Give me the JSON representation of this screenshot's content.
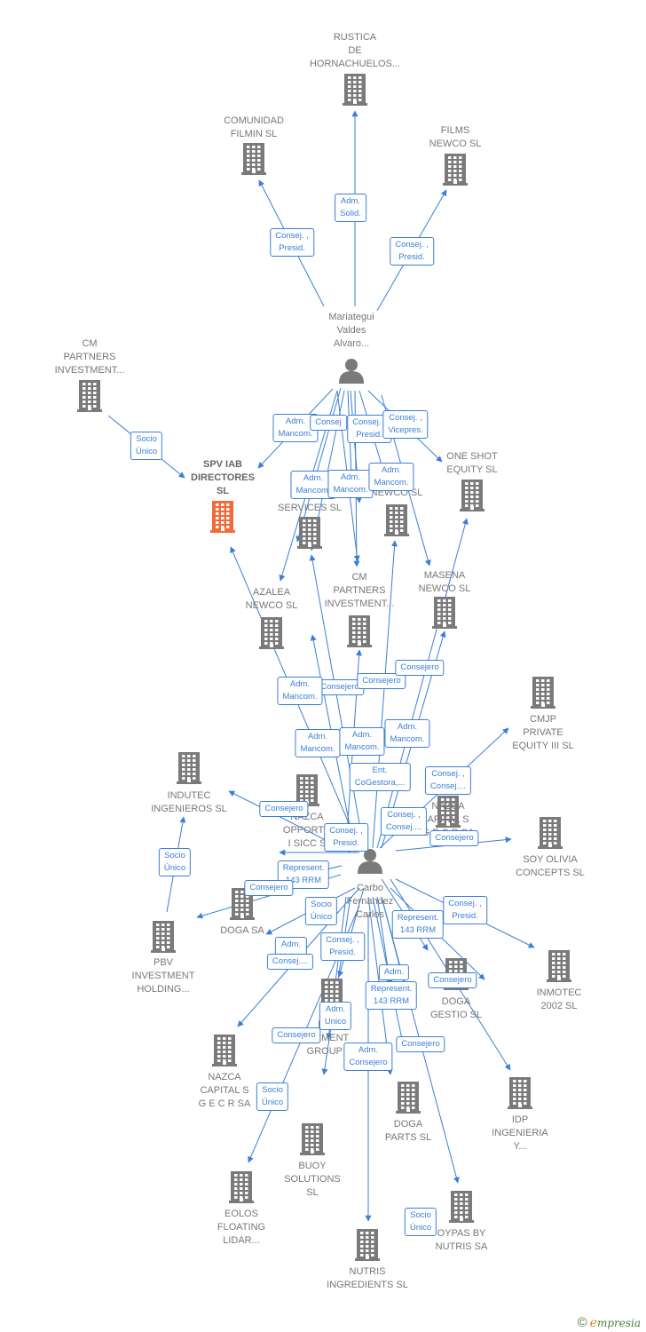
{
  "colors": {
    "edge": "#3a7fd5",
    "company": "#7a7a7a",
    "highlight": "#f26a3a",
    "label": "#777777"
  },
  "persons": [
    {
      "id": "mariategui",
      "label": "Mariategui\nValdes\nAlvaro..."
    },
    {
      "id": "carbo",
      "label": "Carbo\nFernandez\nCarlos"
    }
  ],
  "companies": [
    {
      "id": "rustica",
      "label": "RUSTICA\nDE\nHORNACHUELOS..."
    },
    {
      "id": "comunidad",
      "label": "COMUNIDAD\nFILMIN SL"
    },
    {
      "id": "films",
      "label": "FILMS\nNEWCO  SL"
    },
    {
      "id": "cm1",
      "label": "CM\nPARTNERS\nINVESTMENT..."
    },
    {
      "id": "spv",
      "label": "SPV IAB\nDIRECTORES\nSL",
      "highlight": true
    },
    {
      "id": "ventura",
      "label": "V\nLA\nSERVICES  SL"
    },
    {
      "id": "newco",
      "label": "NEWCO  SL"
    },
    {
      "id": "oneshot",
      "label": "ONE SHOT\nEQUITY  SL"
    },
    {
      "id": "cm2",
      "label": "CM\nPARTNERS\nINVESTMENT..."
    },
    {
      "id": "masena",
      "label": "MASENA\nNEWCO  SL"
    },
    {
      "id": "azalea",
      "label": "AZALEA\nNEWCO  SL"
    },
    {
      "id": "cmjp",
      "label": "CMJP\nPRIVATE\nEQUITY III SL"
    },
    {
      "id": "indutec",
      "label": "INDUTEC\nINGENIEROS SL"
    },
    {
      "id": "nazca_opp",
      "label": "NAZCA\nOPPORTU\nI SICC S"
    },
    {
      "id": "nazca_cap",
      "label": "NAZCA\nAPITAL S\nG E C R SA"
    },
    {
      "id": "soyolivia",
      "label": "SOY OLIVIA\nCONCEPTS  SL"
    },
    {
      "id": "doga",
      "label": "DOGA SA"
    },
    {
      "id": "pbv",
      "label": "PBV\nINVESTMENT\nHOLDING..."
    },
    {
      "id": "inmotec",
      "label": "INMOTEC\n2002 SL"
    },
    {
      "id": "dogagestio",
      "label": "DOGA\nGESTIO SL"
    },
    {
      "id": "element",
      "label": "ELE          C\n    EMENT\nGROUP  SL"
    },
    {
      "id": "nazca_gecr",
      "label": "NAZCA\nCAPITAL S\nG E C R SA"
    },
    {
      "id": "idp",
      "label": "IDP\nINGENIERIA\nY..."
    },
    {
      "id": "dogaparts",
      "label": "DOGA\nPARTS SL"
    },
    {
      "id": "buoy",
      "label": "BUOY\nSOLUTIONS\nSL"
    },
    {
      "id": "eolos",
      "label": "EOLOS\nFLOATING\nLIDAR..."
    },
    {
      "id": "oypas",
      "label": "OYPAS BY\nNUTRIS SA"
    },
    {
      "id": "nutris",
      "label": "NUTRIS\nINGREDIENTS SL"
    }
  ],
  "edges": [
    {
      "text": "Adm.\nSolid."
    },
    {
      "text": "Consej. ,\nPresid."
    },
    {
      "text": "Consej. ,\nPresid."
    },
    {
      "text": "Socio\nÚnico"
    },
    {
      "text": "Adm.\nMancom."
    },
    {
      "text": "Consej"
    },
    {
      "text": "Consej. ,\nPresid."
    },
    {
      "text": "Consej. ,\nVicepres."
    },
    {
      "text": "Adm.\nMancom."
    },
    {
      "text": "Adm.\nMancom."
    },
    {
      "text": "Adm.\nMancom."
    },
    {
      "text": "Consejero"
    },
    {
      "text": "Adm.\nMancom."
    },
    {
      "text": "Consejero"
    },
    {
      "text": "Consejero"
    },
    {
      "text": "Adm.\nMancom."
    },
    {
      "text": "Adm.\nMancom."
    },
    {
      "text": "Adm.\nMancom."
    },
    {
      "text": "Ent.\nCoGestora,..."
    },
    {
      "text": "Consej. ,\nConsej...."
    },
    {
      "text": "Consejero"
    },
    {
      "text": "Consej. ,\nConsej...."
    },
    {
      "text": "Consej. ,\nPresid."
    },
    {
      "text": "Consejero"
    },
    {
      "text": "Socio\nÚnico"
    },
    {
      "text": "Represent.\n143 RRM"
    },
    {
      "text": "Consejero"
    },
    {
      "text": "Socio\nÚnico"
    },
    {
      "text": "Consej. ,\nPresid."
    },
    {
      "text": "Represent.\n143 RRM"
    },
    {
      "text": "Adm.\nUnico"
    },
    {
      "text": "Consej...."
    },
    {
      "text": "Consej. ,\nPresid."
    },
    {
      "text": "Adm."
    },
    {
      "text": "Represent.\n143 RRM"
    },
    {
      "text": "Consejero"
    },
    {
      "text": "Adm.\nUnico"
    },
    {
      "text": "Consejero"
    },
    {
      "text": "Consejero"
    },
    {
      "text": "Adm.\nConsejero"
    },
    {
      "text": "Socio\nÚnico"
    },
    {
      "text": "Socio\nÚnico"
    }
  ],
  "footer": {
    "copyright": "©",
    "brand_initial": "e",
    "brand_rest": "mpresia"
  }
}
